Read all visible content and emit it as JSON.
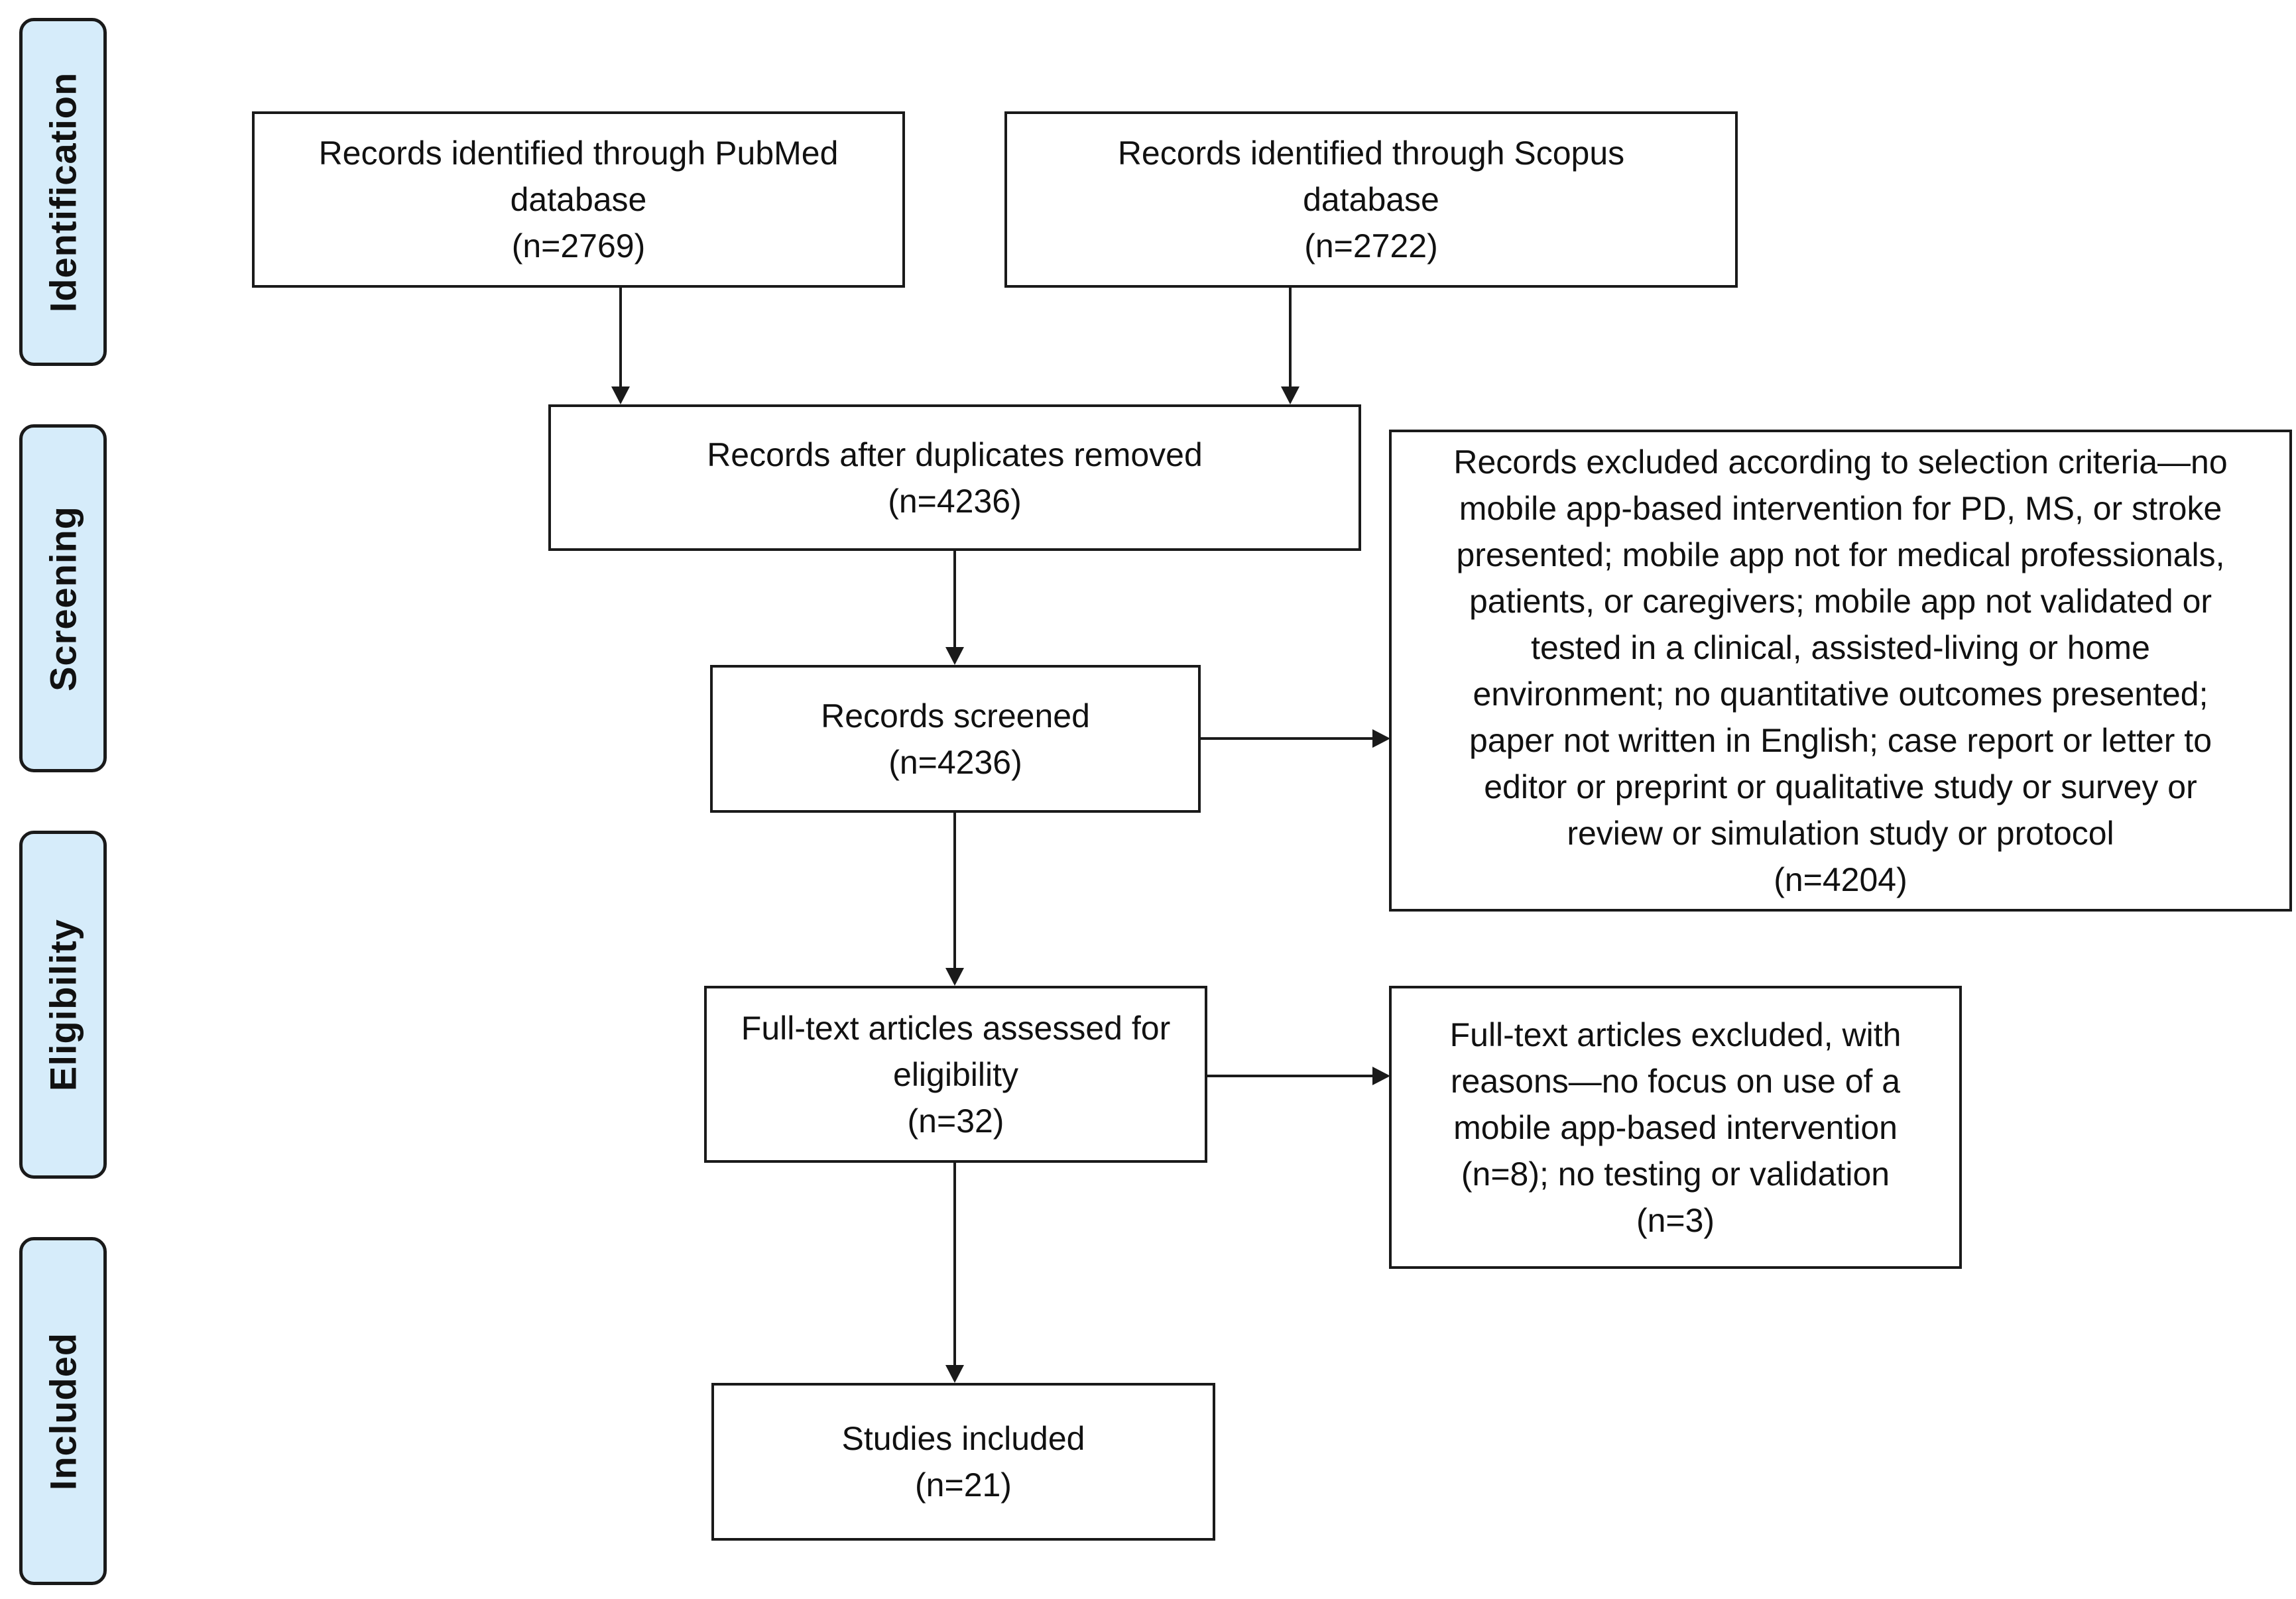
{
  "stages": {
    "identification": "Identification",
    "screening": "Screening",
    "eligibility": "Eligibility",
    "included": "Included"
  },
  "boxes": {
    "pubmed": {
      "line1": "Records identified through PubMed",
      "line2": "database",
      "count": "(n=2769)"
    },
    "scopus": {
      "line1": "Records identified through Scopus",
      "line2": "database",
      "count": "(n=2722)"
    },
    "duplicates_removed": {
      "line1": "Records after duplicates removed",
      "count": "(n=4236)"
    },
    "screened": {
      "line1": "Records screened",
      "count": "(n=4236)"
    },
    "excluded_criteria": {
      "lines": [
        "Records excluded according to selection criteria—no",
        "mobile app-based intervention for PD, MS, or stroke",
        "presented; mobile app not for medical professionals,",
        "patients, or caregivers; mobile app not validated or",
        "tested in a clinical, assisted-living or home",
        "environment; no quantitative outcomes presented;",
        "paper not written in English; case report or letter to",
        "editor or preprint or qualitative study or survey or",
        "review or simulation study or protocol"
      ],
      "count": "(n=4204)"
    },
    "fulltext_assessed": {
      "line1": "Full-text articles assessed for",
      "line2": "eligibility",
      "count": "(n=32)"
    },
    "fulltext_excluded": {
      "lines": [
        "Full-text articles excluded, with",
        "reasons—no focus on use of a",
        "mobile app-based intervention",
        "(n=8); no testing or validation"
      ],
      "count": "(n=3)"
    },
    "included": {
      "line1": "Studies included",
      "count": "(n=21)"
    }
  },
  "colors": {
    "stage_fill": "#d6ecfa",
    "border": "#1a1a1a",
    "text": "#111111"
  }
}
